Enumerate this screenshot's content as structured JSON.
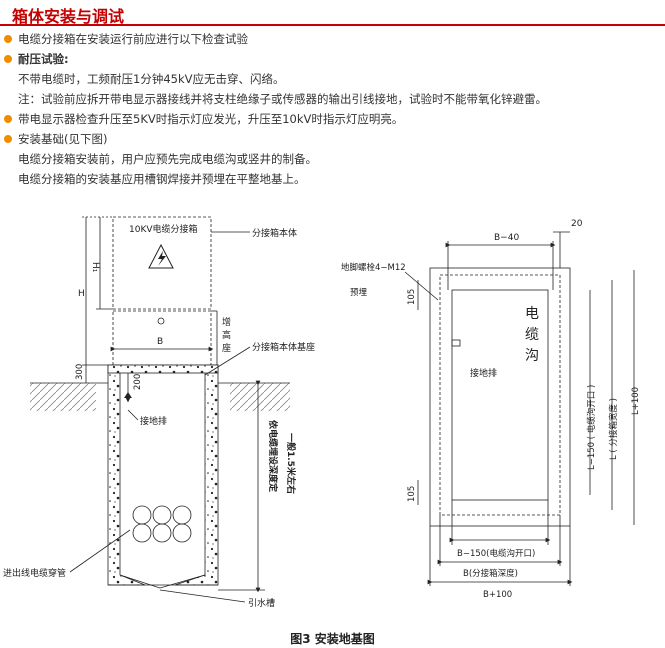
{
  "header": {
    "title": "箱体安装与调试"
  },
  "content": {
    "b1": "电缆分接箱在安装运行前应进行以下检查试验",
    "b2": "耐压试验:",
    "p1": "不带电缆时，工频耐压1分钟45kV应无击穿、闪络。",
    "p2": "注：试验前应拆开带电显示器接线并将支柱绝缘子或传感器的输出引线接地，试验时不能带氧化锌避雷。",
    "b3": "带电显示器检查升压至5KV时指示灯应发光，升压至10kV时指示灯应明亮。",
    "b4": "安装基础(见下图)",
    "p3": "电缆分接箱安装前，用户应预先完成电缆沟或竖井的制备。",
    "p4": "电缆分接箱的安装基应用槽钢焊接并预埋在平整地基上。"
  },
  "left_diagram": {
    "box_label": "10KV电缆分接箱",
    "box_name": "分接箱本体",
    "base_name": "分接箱本体基座",
    "riser_label": "增高座",
    "dim_h1": "H1",
    "dim_h": "H",
    "dim_b": "B",
    "dim_200": "200",
    "dim_300": "300",
    "ground_bar": "接地排",
    "depth_note_1": "依电缆埋设深度定",
    "depth_note_2": "一般1.5米左右",
    "conduit": "进出线电缆穿管",
    "drain": "引水槽"
  },
  "right_diagram": {
    "dim_20": "20",
    "dim_b40": "B−40",
    "bolt": "地脚螺栓4−M12",
    "embed": "预埋",
    "dim_105_top": "105",
    "dim_105_bot": "105",
    "trench_1": "电",
    "trench_2": "缆",
    "trench_3": "沟",
    "ground_bar": "接地排",
    "dim_l150": "L−150 ( 电缆沟开口 )",
    "dim_l": "L ( 分接箱宽度 )",
    "dim_l100": "L+100",
    "dim_b150": "B−150(电缆沟开口)",
    "dim_b_depth": "B(分接箱深度)",
    "dim_b100": "B+100"
  },
  "figure": {
    "caption": "图3 安装地基图"
  },
  "colors": {
    "title": "#c40000",
    "bullet": "#f08c00",
    "line": "#222222"
  }
}
